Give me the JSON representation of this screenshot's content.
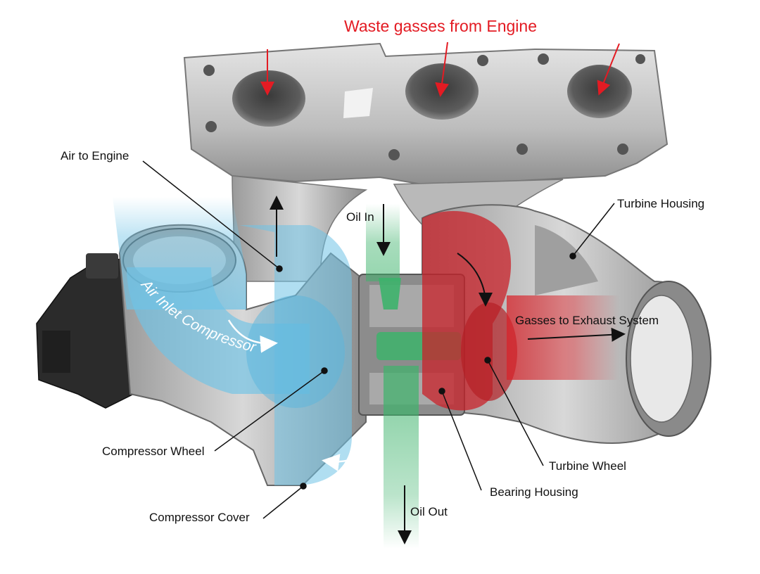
{
  "title": {
    "text": "Waste gasses from Engine",
    "color": "#e31b23"
  },
  "flow_labels": {
    "air_inlet": "Air Inlet Compressor",
    "oil_in": "Oil In",
    "oil_out": "Oil Out",
    "gasses_exhaust": "Gasses to Exhaust System"
  },
  "callouts": {
    "air_to_engine": "Air to Engine",
    "turbine_housing": "Turbine Housing",
    "compressor_wheel": "Compressor Wheel",
    "turbine_wheel": "Turbine Wheel",
    "bearing_housing": "Bearing Housing",
    "compressor_cover": "Compressor Cover"
  },
  "colors": {
    "air_flow": "#6fc3e6",
    "oil_flow": "#3db36b",
    "exhaust_flow": "#d8232a",
    "metal_light": "#cfcfcf",
    "metal_dark": "#7a7a7a",
    "actuator": "#2b2b2b"
  }
}
